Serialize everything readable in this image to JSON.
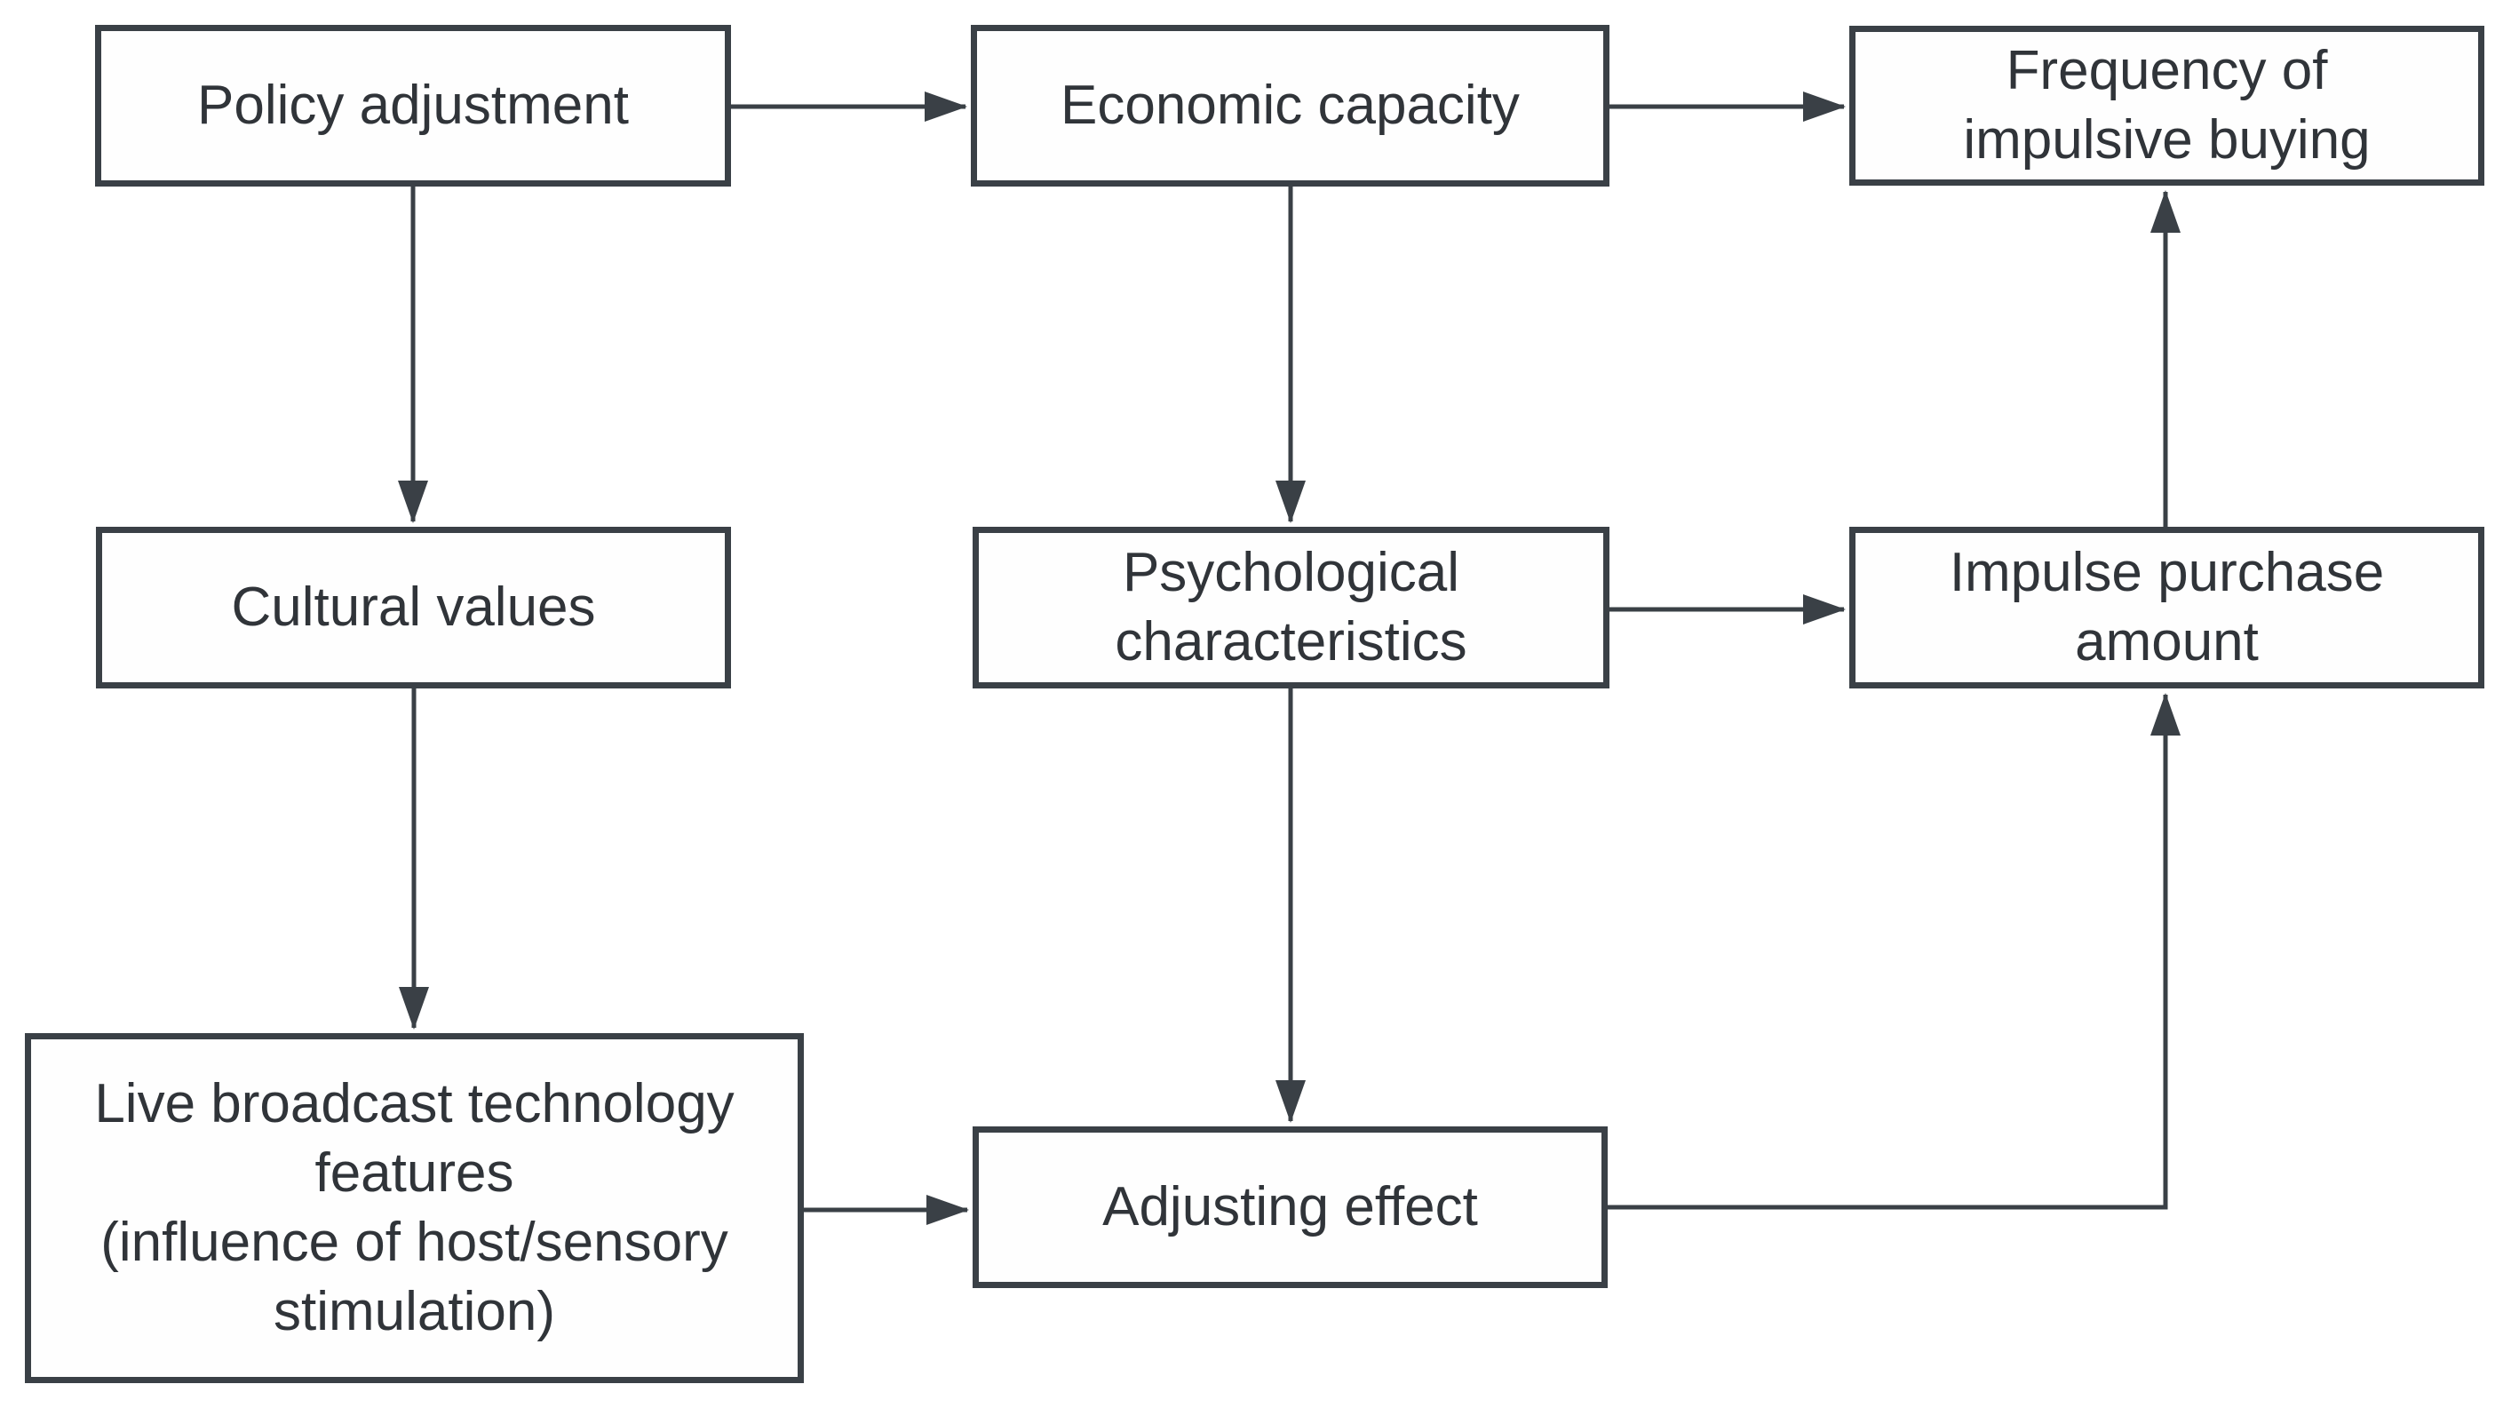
{
  "diagram": {
    "background_color": "#ffffff",
    "box_border_color": "#3a4046",
    "arrow_color": "#3a4046",
    "text_color": "#303439",
    "nodes": {
      "policy_adjustment": {
        "label": "Policy adjustment"
      },
      "economic_capacity": {
        "label": "Economic capacity"
      },
      "frequency_of_impulsive_buying": {
        "label": "Frequency of\nimpulsive buying"
      },
      "cultural_values": {
        "label": "Cultural values"
      },
      "psychological_characteristics": {
        "label": "Psychological\ncharacteristics"
      },
      "impulse_purchase_amount": {
        "label": "Impulse purchase\namount"
      },
      "live_broadcast_technology_features": {
        "label": "Live broadcast technology\nfeatures\n(influence of host/sensory\nstimulation)"
      },
      "adjusting_effect": {
        "label": "Adjusting effect"
      }
    },
    "edges": [
      {
        "from": "Policy adjustment",
        "to": "Economic capacity"
      },
      {
        "from": "Economic capacity",
        "to": "Frequency of impulsive buying"
      },
      {
        "from": "Policy adjustment",
        "to": "Cultural values"
      },
      {
        "from": "Economic capacity",
        "to": "Psychological characteristics"
      },
      {
        "from": "Cultural values",
        "to": "Live broadcast technology features"
      },
      {
        "from": "Psychological characteristics",
        "to": "Impulse purchase amount"
      },
      {
        "from": "Psychological characteristics",
        "to": "Adjusting effect"
      },
      {
        "from": "Live broadcast technology features",
        "to": "Adjusting effect"
      },
      {
        "from": "Adjusting effect",
        "to": "Impulse purchase amount"
      },
      {
        "from": "Impulse purchase amount",
        "to": "Frequency of impulsive buying"
      }
    ]
  }
}
